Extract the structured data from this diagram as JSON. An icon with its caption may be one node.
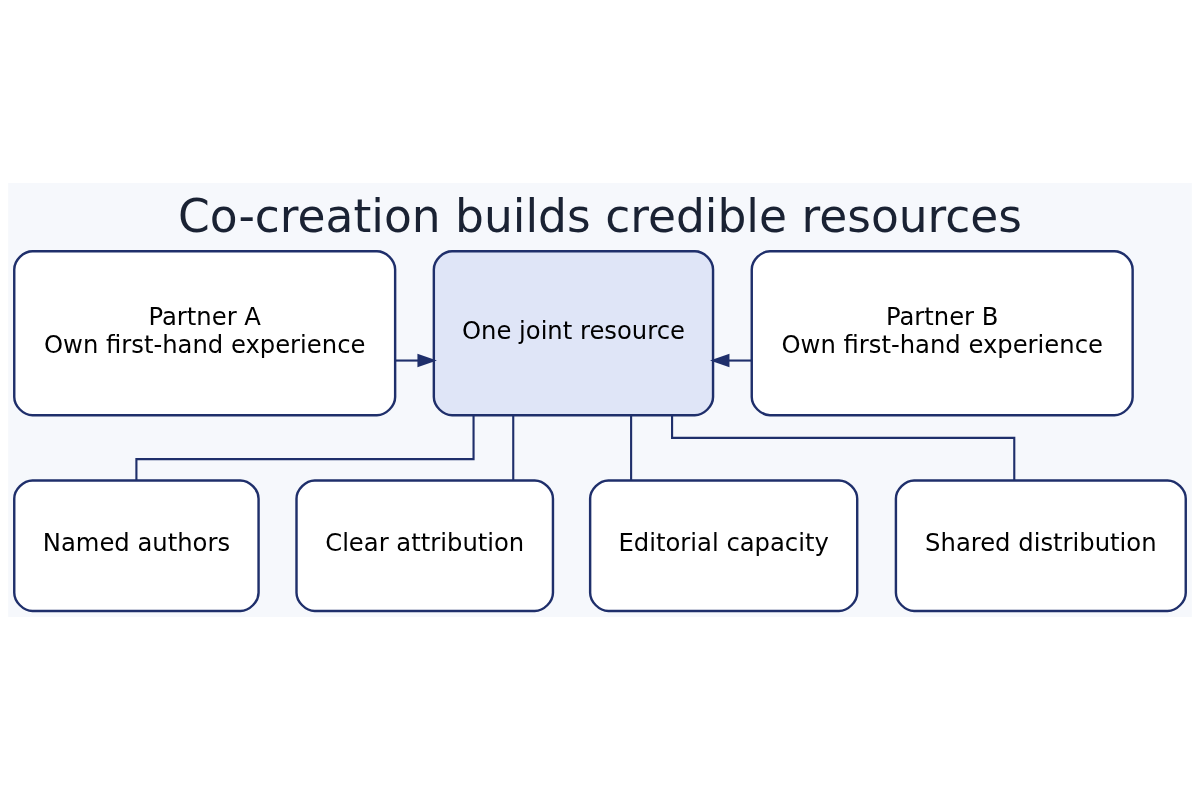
{
  "diagram": {
    "title": "Co-creation builds credible resources",
    "nodes": [
      {
        "text": [
          "Partner A",
          "Own first-hand experience"
        ]
      },
      {
        "text": [
          "One joint resource"
        ]
      },
      {
        "text": [
          "Partner B",
          "Own first-hand experience"
        ]
      },
      {
        "text": [
          "Named authors"
        ]
      },
      {
        "text": [
          "Clear attribution"
        ]
      },
      {
        "text": [
          "Editorial capacity"
        ]
      },
      {
        "text": [
          "Shared distribution"
        ]
      }
    ],
    "edges": [
      {
        "from": 0,
        "to": 1,
        "arrow": "to"
      },
      {
        "from": 2,
        "to": 1,
        "arrow": "to"
      },
      {
        "from": 1,
        "to": 3,
        "arrow": "none"
      },
      {
        "from": 1,
        "to": 4,
        "arrow": "none"
      },
      {
        "from": 1,
        "to": 5,
        "arrow": "none"
      },
      {
        "from": 1,
        "to": 6,
        "arrow": "none"
      }
    ]
  }
}
